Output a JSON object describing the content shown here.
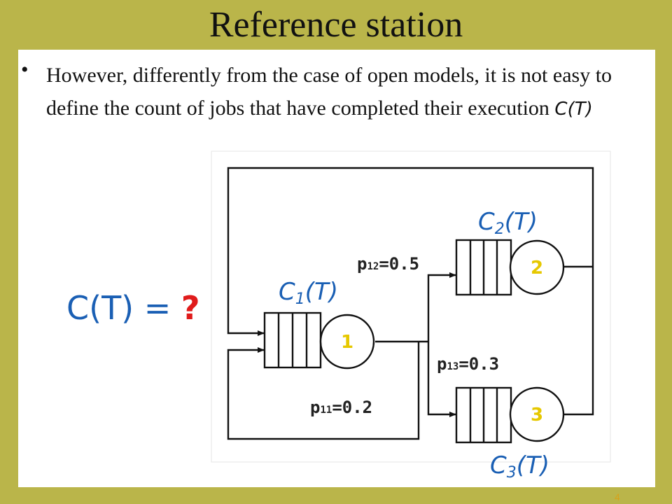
{
  "slide": {
    "title": "Reference station",
    "bullet_text": "However, differently from the case of open models, it is not easy to define the count of jobs that have completed their execution ",
    "bullet_math": "C(T)",
    "page_number": "4"
  },
  "diagram": {
    "question": "C(T) = ",
    "question_mark": "?",
    "stations": [
      {
        "label": "1",
        "counter_base": "C",
        "counter_sub": "1",
        "counter_tail": "(T)"
      },
      {
        "label": "2",
        "counter_base": "C",
        "counter_sub": "2",
        "counter_tail": "(T)"
      },
      {
        "label": "3",
        "counter_base": "C",
        "counter_sub": "3",
        "counter_tail": "(T)"
      }
    ],
    "probabilities": [
      {
        "sym": "p",
        "sub": "12",
        "value": "=0.5"
      },
      {
        "sym": "p",
        "sub": "13",
        "value": "=0.3"
      },
      {
        "sym": "p",
        "sub": "11",
        "value": "=0.2"
      }
    ],
    "colors": {
      "accent_blue": "#1a5fb4",
      "question_red": "#e01b1b",
      "station_fill": "#ffff44",
      "station_label": "#e6c800"
    }
  }
}
